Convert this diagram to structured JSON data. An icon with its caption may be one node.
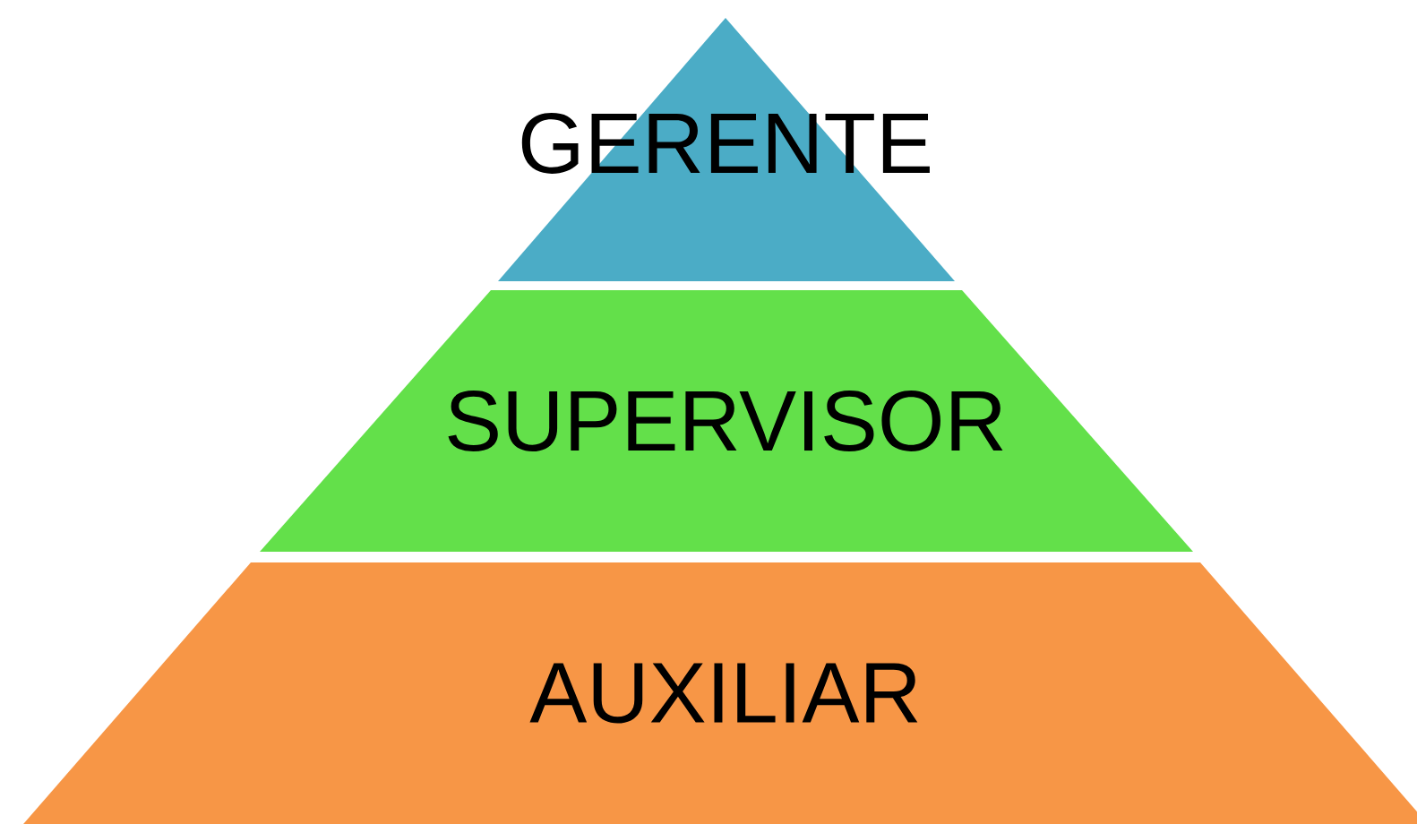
{
  "diagram": {
    "nodes": [
      {
        "text": [
          "GERENTE"
        ]
      },
      {
        "text": [
          "SUPERVISOR"
        ]
      },
      {
        "text": [
          "AUXILIAR"
        ]
      }
    ]
  }
}
